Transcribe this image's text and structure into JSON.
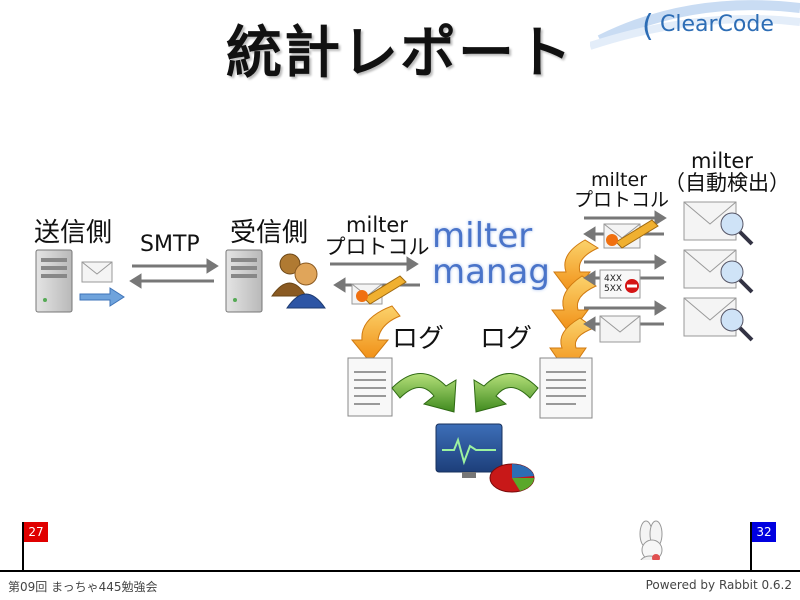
{
  "slide": {
    "title": "統計レポート",
    "logo": "ClearCode"
  },
  "diagram": {
    "sender_label": "送信側",
    "smtp_label": "SMTP",
    "receiver_label": "受信側",
    "milter_protocol_1": [
      "milter",
      "プロトコル"
    ],
    "milter_manager_text": [
      "milter",
      "manag"
    ],
    "milter_protocol_2": [
      "milter",
      "プロトコル"
    ],
    "milter_auto_detect": [
      "milter",
      "（自動検出）"
    ],
    "log_label_1": "ログ",
    "log_label_2": "ログ",
    "reject_codes": [
      "4XX",
      "5XX"
    ]
  },
  "footer": {
    "left_text": "第09回 まっちゃ445勉強会",
    "right_text": "Powered by Rabbit 0.6.2",
    "start_page": "27",
    "end_page": "32"
  },
  "colors": {
    "start_flag": "#e00000",
    "end_flag": "#0000e0",
    "accent_orange": "#f5a623",
    "accent_green": "#5aa82a",
    "mm_blue": "#4a74c9"
  }
}
